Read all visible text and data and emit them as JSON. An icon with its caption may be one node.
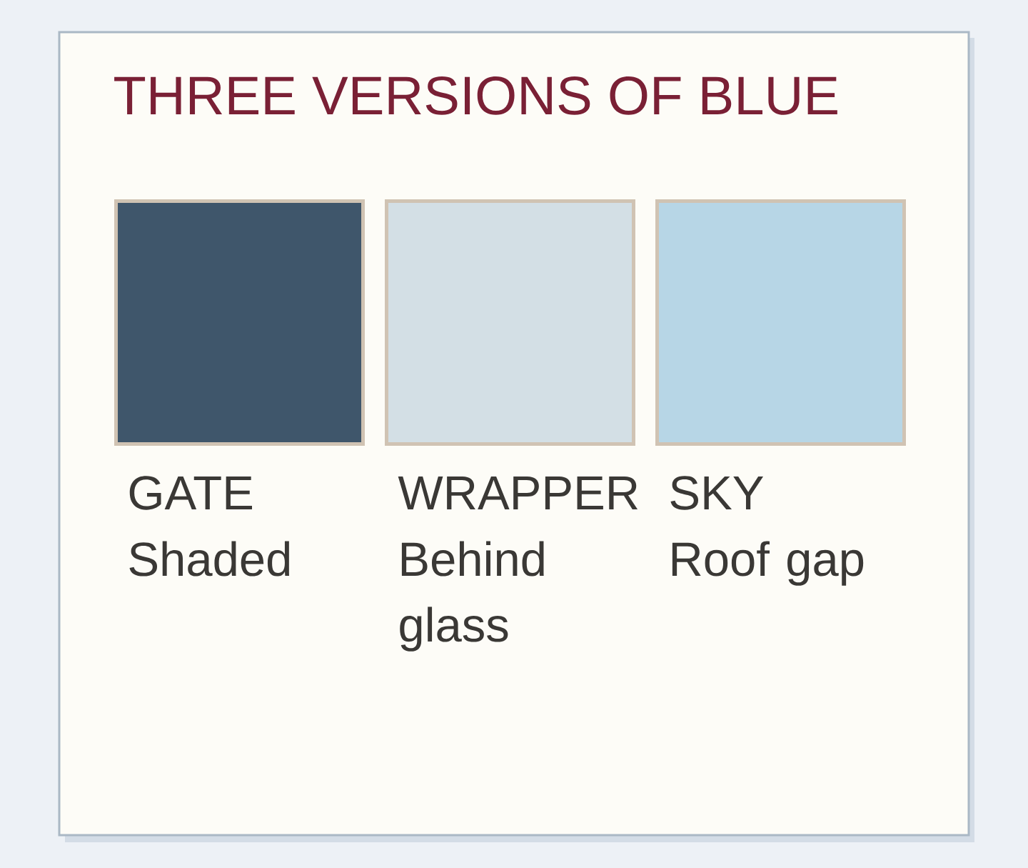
{
  "diagram": {
    "title": "THREE VERSIONS OF BLUE",
    "nodes": [
      {
        "text": [
          "GATE",
          "Shaded"
        ]
      },
      {
        "text": [
          "WRAPPER",
          "Behind glass"
        ]
      },
      {
        "text": [
          "SKY",
          "Roof gap"
        ]
      }
    ]
  }
}
